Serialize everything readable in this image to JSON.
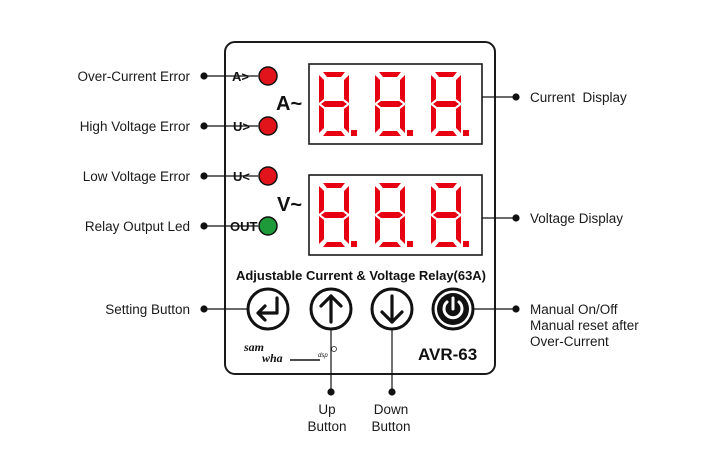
{
  "panel": {
    "indicator_labels": {
      "over_current": "A>",
      "high_voltage": "U>",
      "low_voltage": "U<",
      "output": "OUT"
    },
    "current_unit": "A~",
    "voltage_unit": "V~",
    "current_readout": "8.8.8.",
    "voltage_readout": "8.8.8.",
    "product_title": "Adjustable Current & Voltage Relay(63A)",
    "model": "AVR-63",
    "brand_logo_text": "samwha dsp"
  },
  "callouts": {
    "over_current_error": "Over-Current Error",
    "high_voltage_error": "High Voltage Error",
    "low_voltage_error": "Low Voltage Error",
    "relay_output_led": "Relay Output Led",
    "setting_button": "Setting Button",
    "current_display": "Current  Display",
    "voltage_display": "Voltage Display",
    "manual_onoff": [
      "Manual On/Off",
      "Manual reset after",
      "Over-Current"
    ],
    "up_button": [
      "Up",
      "Button"
    ],
    "down_button": [
      "Down",
      "Button"
    ]
  },
  "colors": {
    "led_error": "#e2141b",
    "led_output": "#1e9a3a",
    "segment_on": "#e60012",
    "display_bg": "#ffffff",
    "ink": "#111111"
  },
  "icons": {
    "setting": "enter-arrow-icon",
    "up": "arrow-up-icon",
    "down": "arrow-down-icon",
    "power": "power-icon"
  }
}
